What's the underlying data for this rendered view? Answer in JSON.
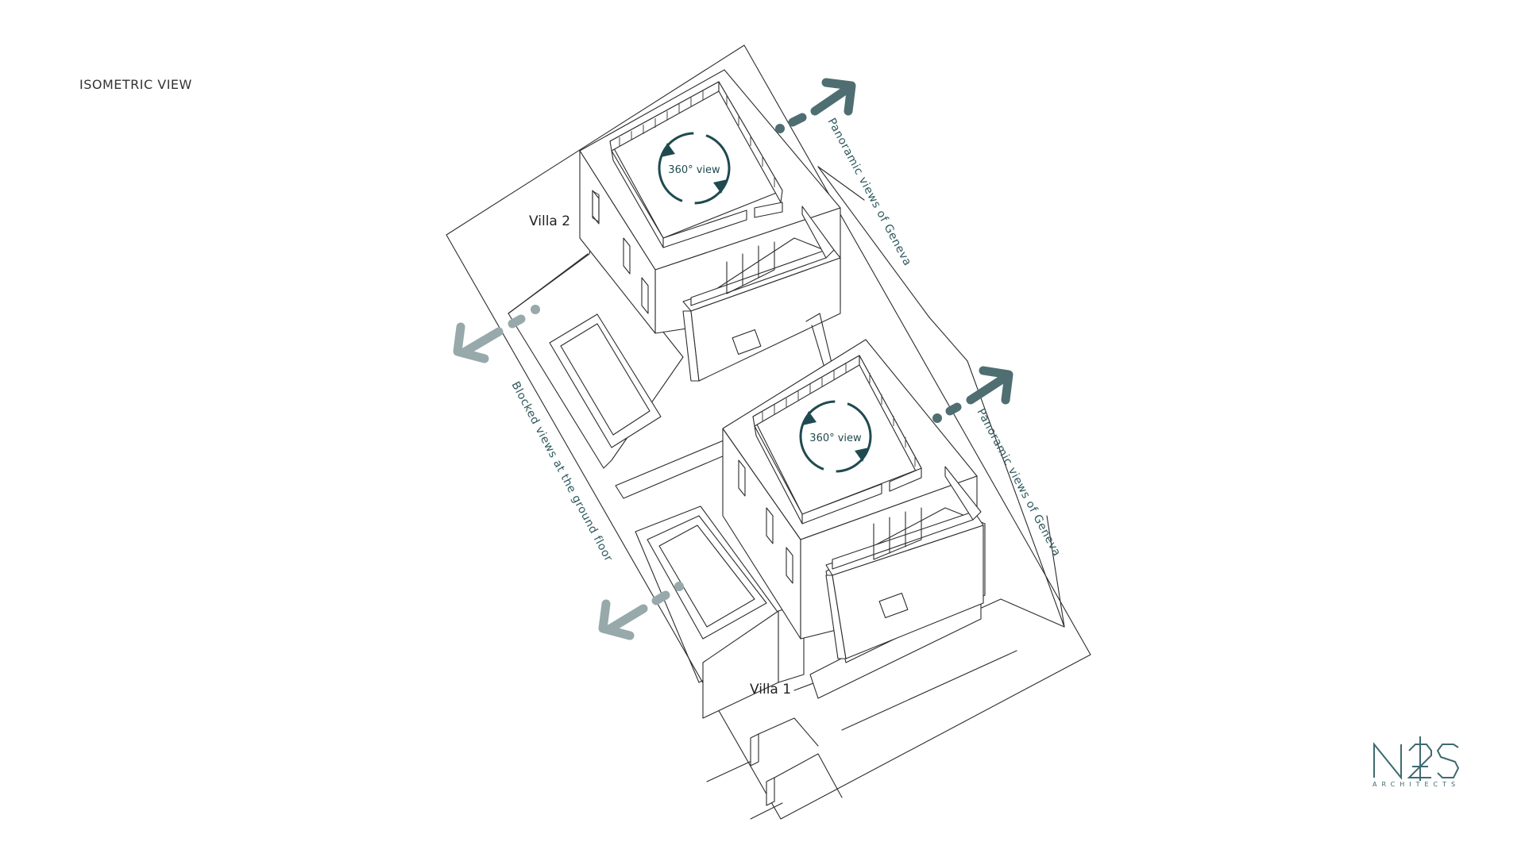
{
  "title": "ISOMETRIC VIEW",
  "villas": [
    {
      "label": "Villa 2",
      "rotation_label": "360° view"
    },
    {
      "label": "Villa 1",
      "rotation_label": "360° view"
    }
  ],
  "annotations": {
    "panoramic_upper": "Panoramic views of Geneva",
    "panoramic_lower": "Panoramic views of Geneva",
    "blocked": "Blocked views at the ground floor"
  },
  "logo": {
    "mark": "N2S",
    "subtitle": "ARCHITECTS"
  },
  "colors": {
    "line": "#2c2c2c",
    "accent_dark": "#4f6e72",
    "accent_light": "#97a9aa",
    "rotation": "#1f4a50",
    "logo": "#3e6a70"
  },
  "icons": {
    "panoramic_arrow": "arrow-up-right-icon",
    "blocked_arrow": "arrow-down-left-icon",
    "rotation": "rotate-360-icon"
  }
}
